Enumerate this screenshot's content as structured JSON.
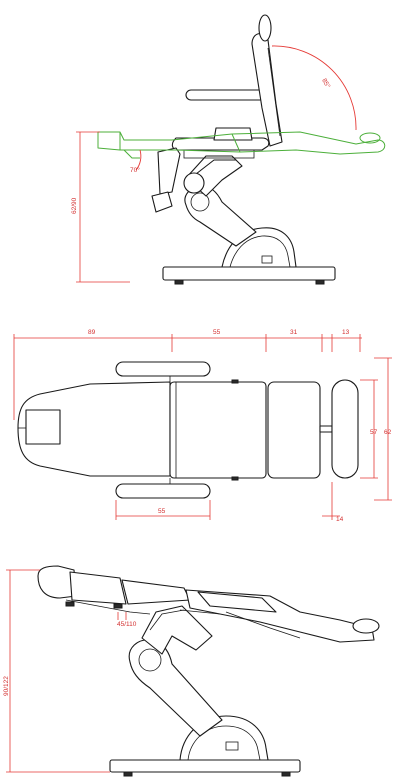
{
  "side_view": {
    "angle_back": "85°",
    "angle_leg": "70°",
    "height_range": "62/90"
  },
  "top_view": {
    "dim_head": "89",
    "dim_seat": "55",
    "dim_leg": "31",
    "dim_foot": "13",
    "dim_armrest": "55",
    "dim_width_inner": "57",
    "dim_width_outer": "62",
    "dim_gap": "14"
  },
  "flat_view": {
    "height_range": "90/122",
    "dim_small": "45/110"
  },
  "colors": {
    "outline": "#1a1a1a",
    "dimension": "#e53935",
    "reclined": "#4caf3a"
  }
}
